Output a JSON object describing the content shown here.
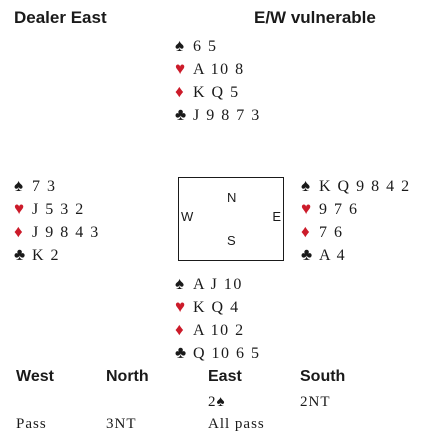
{
  "header": {
    "dealer": "Dealer East",
    "vulnerability": "E/W vulnerable"
  },
  "suits": {
    "spade": "♠",
    "heart": "♥",
    "diamond": "♦",
    "club": "♣"
  },
  "colors": {
    "red_suit": "#cc1b2a",
    "black_suit": "#1a1a1a"
  },
  "hands": {
    "north": {
      "spades": "6 5",
      "hearts": "A 10 8",
      "diamonds": "K Q 5",
      "clubs": "J 9 8 7 3"
    },
    "west": {
      "spades": "7 3",
      "hearts": "J 5 3 2",
      "diamonds": "J 9 8 4 3",
      "clubs": "K 2"
    },
    "east": {
      "spades": "K Q 9 8 4 2",
      "hearts": "9 7 6",
      "diamonds": "7 6",
      "clubs": "A 4"
    },
    "south": {
      "spades": "A J 10",
      "hearts": "K Q 4",
      "diamonds": "A 10 2",
      "clubs": "Q 10 6 5"
    }
  },
  "compass": {
    "n": "N",
    "w": "W",
    "e": "E",
    "s": "S"
  },
  "auction": {
    "headers": [
      "West",
      "North",
      "East",
      "South"
    ],
    "east_open_level": "2",
    "south_bid": "2NT",
    "west_pass": "Pass",
    "north_bid": "3NT",
    "east_final": "All pass"
  }
}
